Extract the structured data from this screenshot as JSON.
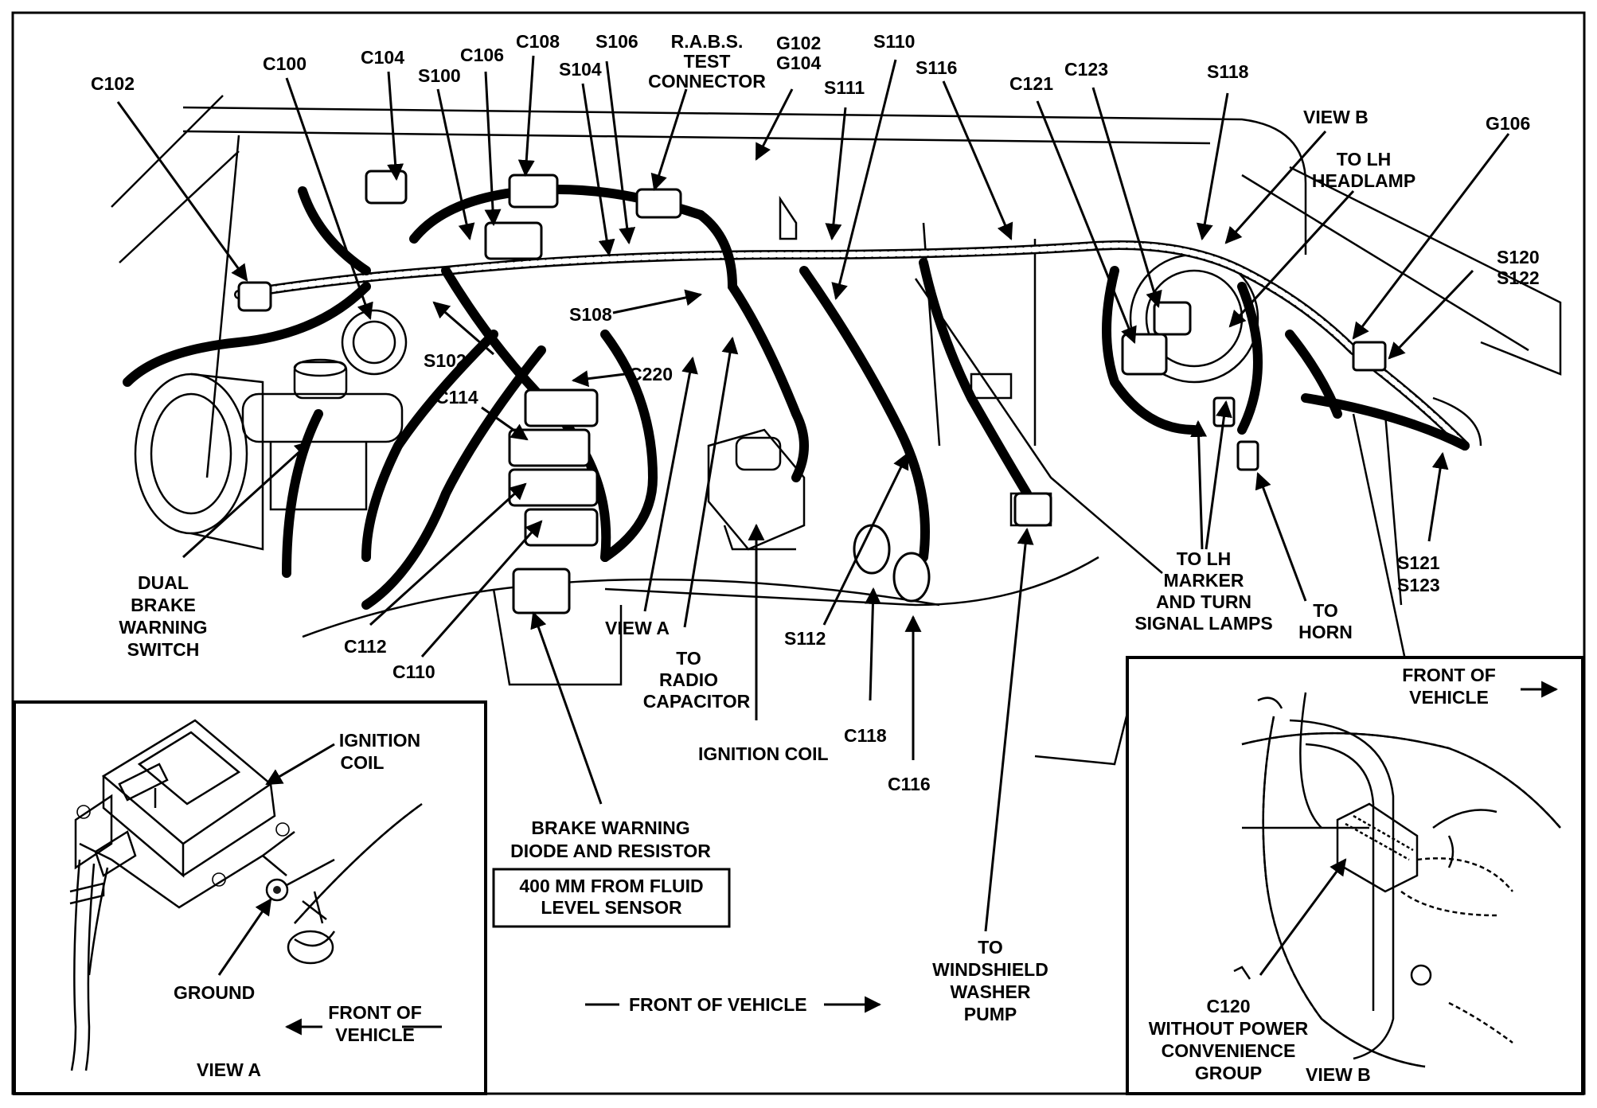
{
  "main_labels": {
    "c102": "C102",
    "c100": "C100",
    "c104": "C104",
    "s100": "S100",
    "c106": "C106",
    "c108": "C108",
    "s104": "S104",
    "s106": "S106",
    "rabs_1": "R.A.B.S.",
    "rabs_2": "TEST",
    "rabs_3": "CONNECTOR",
    "g102": "G102",
    "g104": "G104",
    "s110": "S110",
    "s111": "S111",
    "s116": "S116",
    "c121": "C121",
    "c123": "C123",
    "s118": "S118",
    "view_b": "VIEW B",
    "g106": "G106",
    "lh_headlamp_1": "TO LH",
    "lh_headlamp_2": "HEADLAMP",
    "s120": "S120",
    "s122": "S122",
    "s108": "S108",
    "s102": "S102",
    "c220": "C220",
    "c114": "C114",
    "dual_1": "DUAL",
    "dual_2": "BRAKE",
    "dual_3": "WARNING",
    "dual_4": "SWITCH",
    "c112": "C112",
    "c110": "C110",
    "view_a": "VIEW A",
    "radio_1": "TO",
    "radio_2": "RADIO",
    "radio_3": "CAPACITOR",
    "ignition_coil": "IGNITION COIL",
    "s112": "S112",
    "c118": "C118",
    "c116": "C116",
    "marker_1": "TO LH",
    "marker_2": "MARKER",
    "marker_3": "AND TURN",
    "marker_4": "SIGNAL LAMPS",
    "horn_1": "TO",
    "horn_2": "HORN",
    "s121": "S121",
    "s123": "S123",
    "brake_diode_1": "BRAKE WARNING",
    "brake_diode_2": "DIODE AND RESISTOR",
    "fluid_1": "400 MM FROM FLUID",
    "fluid_2": "LEVEL SENSOR",
    "washer_1": "TO",
    "washer_2": "WINDSHIELD",
    "washer_3": "WASHER",
    "washer_4": "PUMP",
    "front_of_vehicle": "FRONT OF VEHICLE"
  },
  "view_a_inset": {
    "ignition_1": "IGNITION",
    "ignition_2": "COIL",
    "ground": "GROUND",
    "front_1": "FRONT OF",
    "front_2": "VEHICLE",
    "title": "VIEW A"
  },
  "view_b_inset": {
    "front_1": "FRONT OF",
    "front_2": "VEHICLE",
    "c120_1": "C120",
    "c120_2": "WITHOUT POWER",
    "c120_3": "CONVENIENCE",
    "c120_4": "GROUP",
    "title": "VIEW B"
  }
}
